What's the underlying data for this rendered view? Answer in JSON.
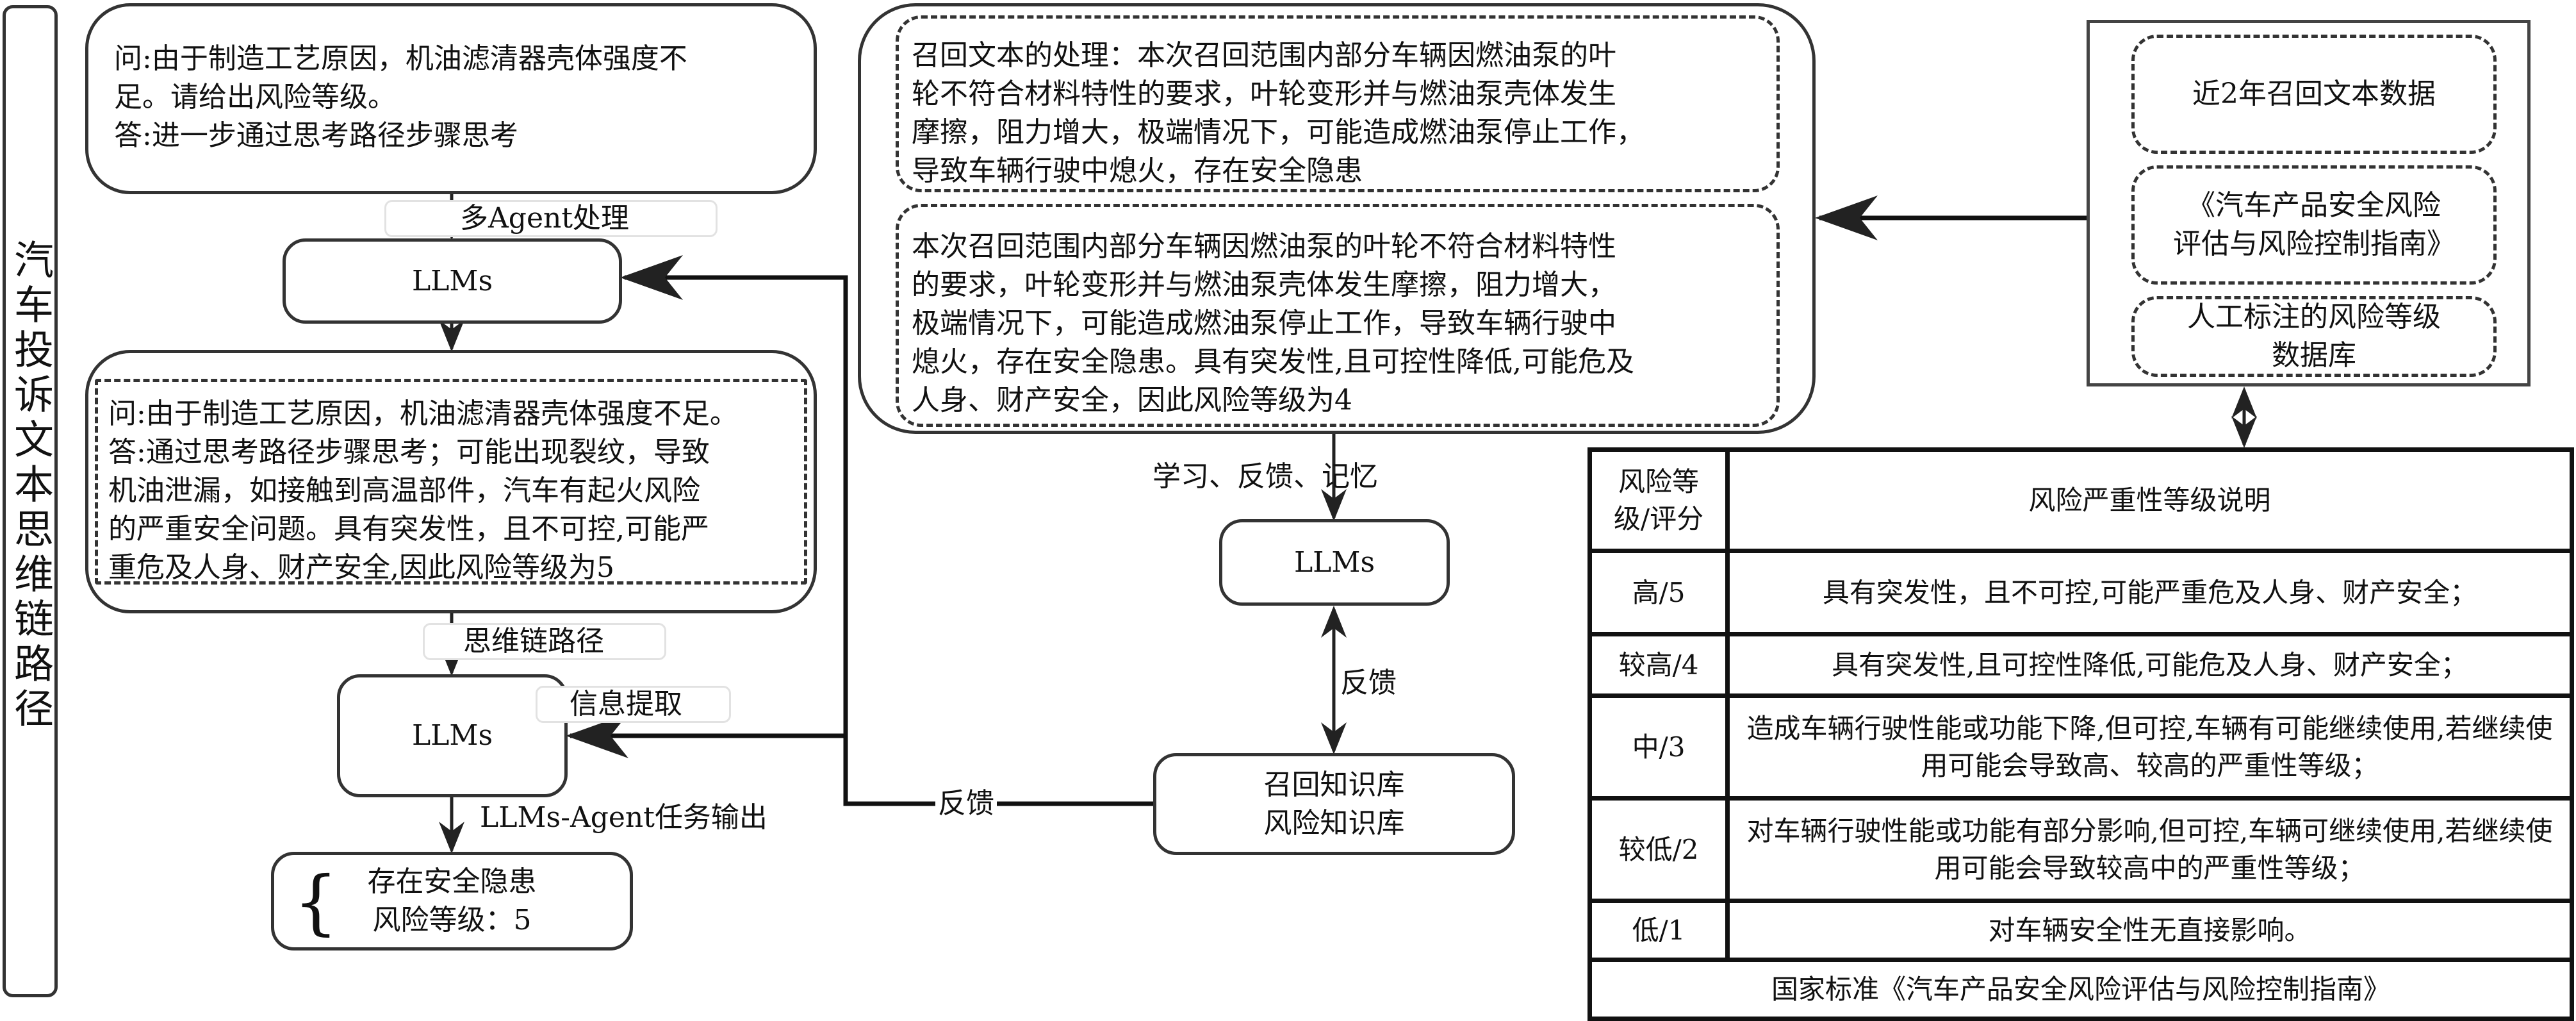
{
  "side_label": "汽车投诉文本思维链路径",
  "left_column": {
    "question_box": {
      "lines": [
        "问:由于制造工艺原因，机油滤清器壳体强度不",
        "足。请给出风险等级。",
        "答:进一步通过思考路径步骤思考"
      ]
    },
    "edge_multi_agent": "多Agent处理",
    "llm_1": "LLMs",
    "reasoning_box": {
      "lines": [
        "问:由于制造工艺原因，机油滤清器壳体强度不足。",
        "答:通过思考路径步骤思考；可能出现裂纹，导致",
        "机油泄漏，如接触到高温部件，汽车有起火风险",
        "的严重安全问题。具有突发性，且不可控,可能严",
        "重危及人身、财产安全,因此风险等级为5"
      ]
    },
    "edge_cot": "思维链路径",
    "llm_2": "LLMs",
    "edge_info_extract": "信息提取",
    "edge_output": "LLMs-Agent任务输出",
    "output_box": {
      "lines": [
        "存在安全隐患",
        "风险等级：5"
      ]
    }
  },
  "middle_column": {
    "recall_processing": {
      "lines": [
        "召回文本的处理：本次召回范围内部分车辆因燃油泵的叶",
        "轮不符合材料特性的要求，叶轮变形并与燃油泵壳体发生",
        "摩擦，阻力增大，极端情况下，可能造成燃油泵停止工作，",
        "导致车辆行驶中熄火，存在安全隐患"
      ]
    },
    "recall_example": {
      "lines": [
        "本次召回范围内部分车辆因燃油泵的叶轮不符合材料特性",
        "的要求，叶轮变形并与燃油泵壳体发生摩擦，阻力增大，",
        "极端情况下，可能造成燃油泵停止工作，导致车辆行驶中",
        "熄火，存在安全隐患。具有突发性,且可控性降低,可能危及",
        "人身、财产安全，因此风险等级为4"
      ]
    },
    "edge_learn": "学习、反馈、记忆",
    "llm_3": "LLMs",
    "edge_feedback_vertical": "反馈",
    "knowledge_base": {
      "lines": [
        "召回知识库",
        "风险知识库"
      ]
    },
    "edge_feedback_left": "反馈"
  },
  "right_column": {
    "sources": [
      {
        "lines": [
          "近2年召回文本数据"
        ]
      },
      {
        "lines": [
          "《汽车产品安全风险",
          "评估与风险控制指南》"
        ]
      },
      {
        "lines": [
          "人工标注的风险等级",
          "数据库"
        ]
      }
    ],
    "table": {
      "headers": [
        "风险等级/评分",
        "风险严重性等级说明"
      ],
      "header_level_lines": [
        "风险等",
        "级/评分"
      ],
      "rows": [
        {
          "level": "高/5",
          "desc": "具有突发性，且不可控,可能严重危及人身、财产安全；"
        },
        {
          "level": "较高/4",
          "desc": "具有突发性,且可控性降低,可能危及人身、财产安全；"
        },
        {
          "level": "中/3",
          "desc": "造成车辆行驶性能或功能下降,但可控,车辆有可能继续使用,若继续使用可能会导致高、较高的严重性等级；"
        },
        {
          "level": "较低/2",
          "desc": "对车辆行驶性能或功能有部分影响,但可控,车辆可继续使用,若继续使用可能会导致较高中的严重性等级；"
        },
        {
          "level": "低/1",
          "desc": "对车辆安全性无直接影响。"
        }
      ],
      "footer": "国家标准《汽车产品安全风险评估与风险控制指南》"
    }
  },
  "colors": {
    "stroke": "#333333",
    "text": "#111111",
    "label_border": "#e2e2e2",
    "background": "#ffffff"
  }
}
